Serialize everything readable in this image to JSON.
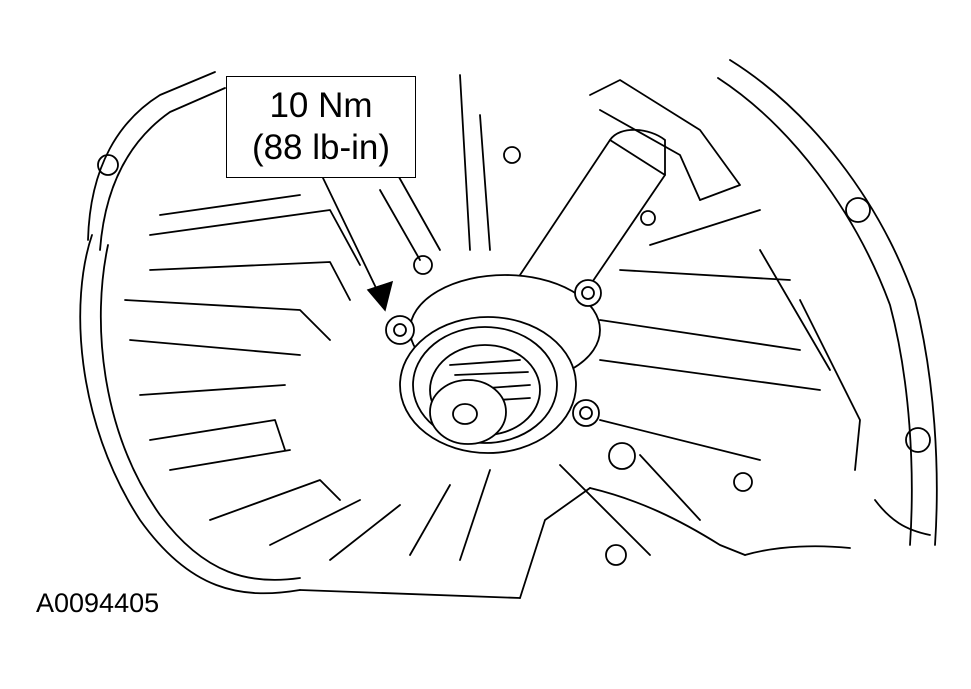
{
  "callout": {
    "torque_nm": "10 Nm",
    "torque_lbin": "(88 lb-in)"
  },
  "figure_id": "A0094405"
}
